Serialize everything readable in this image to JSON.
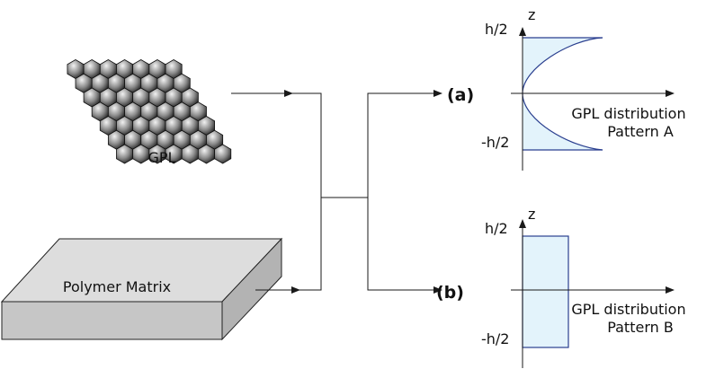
{
  "labels": {
    "gpl": "GPL",
    "polymer_matrix": "Polymer Matrix",
    "case_a": "(a)",
    "case_b": "(b)"
  },
  "plot_a": {
    "axis_z": "z",
    "top": "h/2",
    "bottom": "-h/2",
    "caption_line1": "GPL distribution",
    "caption_line2": "Pattern A"
  },
  "plot_b": {
    "axis_z": "z",
    "top": "h/2",
    "bottom": "-h/2",
    "caption_line1": "GPL distribution",
    "caption_line2": "Pattern  B"
  },
  "colors": {
    "line": "#1a1a1a",
    "fill": "#e3f3fb",
    "curve": "#2a3f8f",
    "box_top": "#dddddd",
    "box_front": "#c6c6c6",
    "box_side": "#b3b3b3"
  }
}
